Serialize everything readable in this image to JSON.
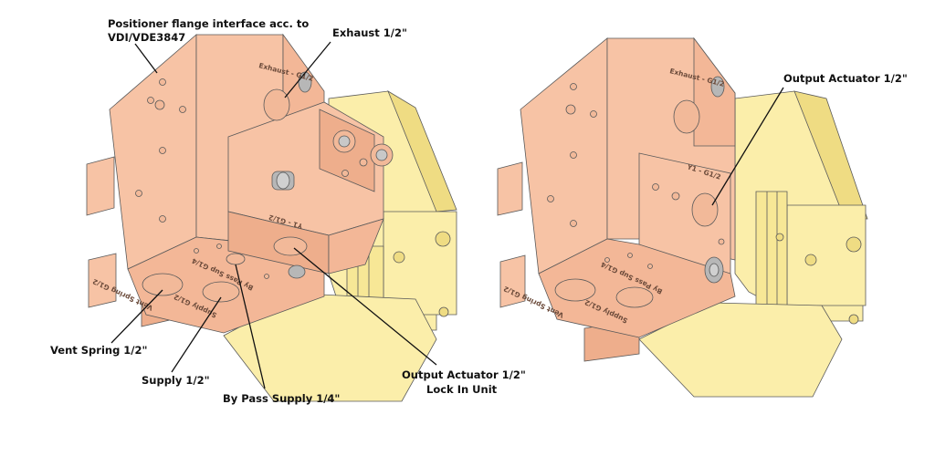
{
  "colors": {
    "manifold": "#f7c3a5",
    "manifold_dark": "#eeae8c",
    "valve": "#fbeeaa",
    "valve_dark": "#efdc83",
    "hardware": "#b7b7b7"
  },
  "left_view": {
    "callouts": {
      "positioner_flange_line1": "Positioner flange interface acc. to",
      "positioner_flange_line2": "VDI/VDE3847",
      "exhaust": "Exhaust 1/2\"",
      "vent_spring": "Vent Spring 1/2\"",
      "supply": "Supply 1/2\"",
      "bypass_supply": "By Pass Supply 1/4\"",
      "output_actuator_line1": "Output Actuator 1/2\"",
      "output_actuator_line2": "Lock In Unit"
    },
    "engravings": {
      "exhaust": "Exhaust - G1/2",
      "y1": "Y1 - G1/2",
      "vent_spring": "Vent Spring G1/2",
      "supply": "Supply G1/2",
      "bypass": "By Pass Sup G1/4"
    }
  },
  "right_view": {
    "callouts": {
      "output_actuator": "Output Actuator 1/2\""
    },
    "engravings": {
      "exhaust": "Exhaust - G1/2",
      "y1": "Y1 - G1/2",
      "vent_spring": "Vent Spring G1/2",
      "supply": "Supply G1/2",
      "bypass": "By Pass Sup G1/4"
    }
  }
}
